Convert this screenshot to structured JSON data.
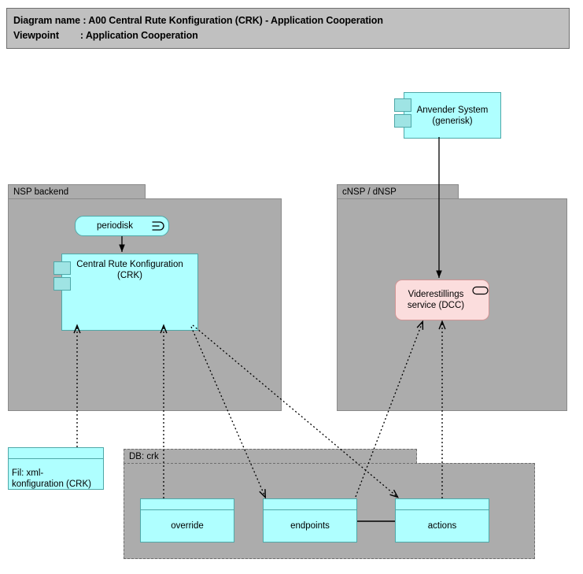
{
  "title_block": {
    "line1": "Diagram name : A00 Central Rute Konfiguration (CRK) - Application Cooperation",
    "line2": "Viewpoint        : Application Cooperation"
  },
  "groups": [
    {
      "id": "nsp-backend",
      "label": "NSP backend"
    },
    {
      "id": "cnsp-dnsp",
      "label": "cNSP / dNSP"
    },
    {
      "id": "db-crk",
      "label": "DB: crk"
    }
  ],
  "nodes": {
    "anvender_system": {
      "label": "Anvender System\n(generisk)",
      "line1": "Anvender System",
      "line2": "(generisk)",
      "type": "application-component"
    },
    "periodisk": {
      "label": "periodisk",
      "type": "application-event",
      "icon": "event-icon"
    },
    "crk": {
      "line1": "Central Rute Konfiguration",
      "line2": "(CRK)",
      "type": "application-component"
    },
    "dcc": {
      "line1": "Viderestillings",
      "line2": "service (DCC)",
      "type": "application-service",
      "icon": "service-oval-icon"
    },
    "fil_xml": {
      "line1": "Fil: xml-",
      "line2": "konfiguration (CRK)",
      "type": "artifact"
    },
    "override": {
      "label": "override",
      "type": "data-object"
    },
    "endpoints": {
      "label": "endpoints",
      "type": "data-object"
    },
    "actions": {
      "label": "actions",
      "type": "data-object"
    }
  },
  "colors": {
    "canvas": "#ffffff",
    "group_fill": "#ACACAC",
    "group_border": "#8A8A8A",
    "title_fill": "#C0C0C0",
    "component_fill": "#AFFFFF",
    "component_border": "#4FA8A8",
    "service_fill": "#FBDDDD",
    "service_border": "#D09595",
    "connector": "#000000"
  },
  "connections": [
    {
      "from": "periodisk",
      "to": "crk",
      "style": "solid",
      "arrow": "filled"
    },
    {
      "from": "anvender_system",
      "to": "dcc",
      "style": "solid",
      "arrow": "filled"
    },
    {
      "from": "fil_xml",
      "to": "crk",
      "style": "dotted",
      "arrow": "open"
    },
    {
      "from": "override",
      "to": "crk",
      "style": "dotted",
      "arrow": "open"
    },
    {
      "from": "crk",
      "to": "endpoints",
      "style": "dotted",
      "arrow": "open"
    },
    {
      "from": "crk",
      "to": "actions",
      "style": "dotted",
      "arrow": "open"
    },
    {
      "from": "endpoints",
      "to": "dcc",
      "style": "dotted",
      "arrow": "open"
    },
    {
      "from": "actions",
      "to": "dcc",
      "style": "dotted",
      "arrow": "open"
    },
    {
      "from": "endpoints",
      "to": "actions",
      "style": "solid",
      "arrow": "none"
    }
  ]
}
